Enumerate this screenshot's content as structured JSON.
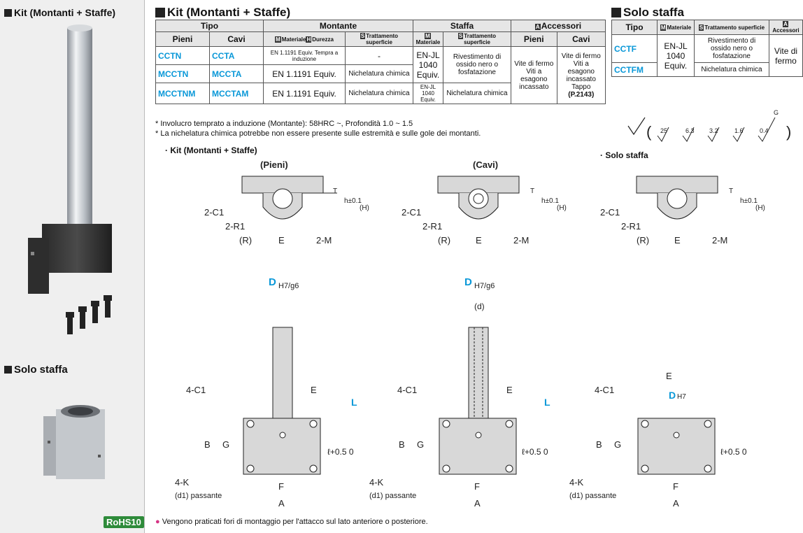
{
  "sidebar": {
    "kit_title": "Kit (Montanti + Staffe)",
    "solo_title": "Solo staffa",
    "rohs": "RoHS10"
  },
  "kit_table": {
    "title": "Kit (Montanti + Staffe)",
    "h_tipo": "Tipo",
    "h_montante": "Montante",
    "h_staffa": "Staffa",
    "h_accessori": "Accessori",
    "h_pieni": "Pieni",
    "h_cavi": "Cavi",
    "h_materiale": "Materiale",
    "h_durezza": "Durezza",
    "h_trattamento": "Trattamento superficie",
    "h_pieni2": "Pieni",
    "h_cavi2": "Cavi",
    "rows": [
      {
        "pieni": "CCTN",
        "cavi": "CCTA",
        "mat": "EN 1.1191 Equiv. Tempra a induzione",
        "tratt": "-"
      },
      {
        "pieni": "MCCTN",
        "cavi": "MCCTA",
        "mat": "EN 1.1191 Equiv.",
        "tratt": "Nichelatura chimica"
      },
      {
        "pieni": "MCCTNM",
        "cavi": "MCCTAM",
        "mat": "EN 1.1191 Equiv.",
        "tratt": "Nichelatura chimica"
      }
    ],
    "staffa_mat": "EN-JL 1040 Equiv.",
    "staffa_mat_small": "EN-JL 1040 Equiv.",
    "staffa_tratt": "Rivestimento di ossido nero o fosfatazione",
    "staffa_tratt2": "Nichelatura chimica",
    "acc_pieni": "Vite di fermo Viti a esagono incassato",
    "acc_cavi": "Vite di fermo Viti a esagono incassato Tappo",
    "acc_ref": "(P.2143)"
  },
  "solo_table": {
    "title": "Solo staffa",
    "h_tipo": "Tipo",
    "h_materiale": "Materiale",
    "h_trattamento": "Trattamento superficie",
    "h_accessori": "Accessori",
    "rows": [
      {
        "tipo": "CCTF",
        "tratt": "Rivestimento di ossido nero o fosfatazione"
      },
      {
        "tipo": "CCTFM",
        "tratt": "Nichelatura chimica"
      }
    ],
    "mat": "EN-JL 1040 Equiv.",
    "acc": "Vite di fermo"
  },
  "notes": [
    "Involucro temprato a induzione (Montante): 58HRC ~, Profondità 1.0 ~ 1.5",
    "La nichelatura chimica potrebbe non essere presente sulle estremità e sulle gole dei montanti."
  ],
  "drawings": {
    "kit_label": "· Kit (Montanti + Staffe)",
    "solo_label": "· Solo staffa",
    "pieni": "(Pieni)",
    "cavi": "(Cavi)",
    "c1": "2-C1",
    "r1": "2-R1",
    "r": "(R)",
    "e": "E",
    "m": "2-M",
    "t": "T",
    "h": "h±0.1",
    "hh": "(H)",
    "d_h7g6": "H7/g6",
    "d": "D",
    "d_small": "(d)",
    "dh7": "H7",
    "l": "L",
    "c41": "4-C1",
    "b": "B",
    "g": "G",
    "f": "F",
    "a": "A",
    "k": "4-K",
    "d1": "(d1) passante",
    "tol": "ℓ+0.5 0",
    "roughness": [
      "25",
      "6.3",
      "3.2",
      "1.6",
      "0.4"
    ],
    "g_label": "G"
  },
  "footer_note": "Vengono praticati fori di montaggio per l'attacco sul lato anteriore o posteriore."
}
